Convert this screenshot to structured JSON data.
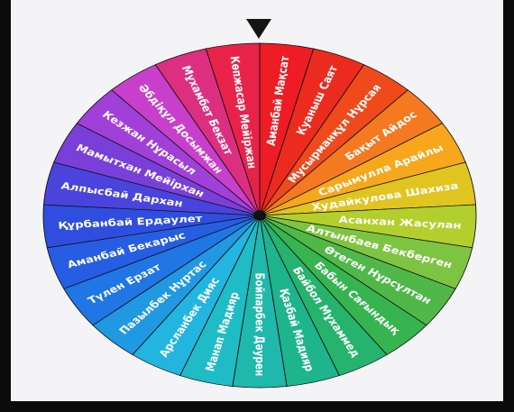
{
  "wheel": {
    "pointer_icon": "triangle-down-icon",
    "hub_color": "#111111",
    "segments": [
      {
        "label": "Аманбай Мақсат",
        "color": "#ee1c24"
      },
      {
        "label": "Куаныш Саят",
        "color": "#ec2b1f"
      },
      {
        "label": "Мусырманқұл Нұрсая",
        "color": "#ef4a1c"
      },
      {
        "label": "Бақыт Айдос",
        "color": "#f47920"
      },
      {
        "label": "Сарымулла Арайлы",
        "color": "#f6a71b"
      },
      {
        "label": "Худайкулова Шахиза",
        "color": "#e0c521"
      },
      {
        "label": "Асанхан Жасулан",
        "color": "#b3cf2d"
      },
      {
        "label": "Алтынбаев Бекберген",
        "color": "#7ec443"
      },
      {
        "label": "Өтеген Нұрсұлтан",
        "color": "#4fb848"
      },
      {
        "label": "Бабын Сағындық",
        "color": "#36b44f"
      },
      {
        "label": "Байбол Мұхаммед",
        "color": "#25b36d"
      },
      {
        "label": "Қазбай Мадияр",
        "color": "#1eb48e"
      },
      {
        "label": "Бойпарбек Дәурен",
        "color": "#1fb8ac"
      },
      {
        "label": "Манап Мадияр",
        "color": "#1fbcc6"
      },
      {
        "label": "Арсланбек Дияс",
        "color": "#22b5df"
      },
      {
        "label": "Пазылбек Нұртас",
        "color": "#2198e2"
      },
      {
        "label": "Түлен Ерзат",
        "color": "#1f76e4"
      },
      {
        "label": "Аманбай Бекарыс",
        "color": "#255ee2"
      },
      {
        "label": "Құрбанбай Ердаулет",
        "color": "#2f4ee0"
      },
      {
        "label": "Алпысбай Дархан",
        "color": "#4a43dc"
      },
      {
        "label": "Мамытхан Мейірхан",
        "color": "#7a3fd8"
      },
      {
        "label": "Кезжан Нұрасыл",
        "color": "#a040d8"
      },
      {
        "label": "Әбдіқұл Досымжан",
        "color": "#c83fcb"
      },
      {
        "label": "Мұхамбет Бекзат",
        "color": "#dc2f80"
      },
      {
        "label": "Көпжасар Мейіржан",
        "color": "#e8234a"
      }
    ]
  }
}
